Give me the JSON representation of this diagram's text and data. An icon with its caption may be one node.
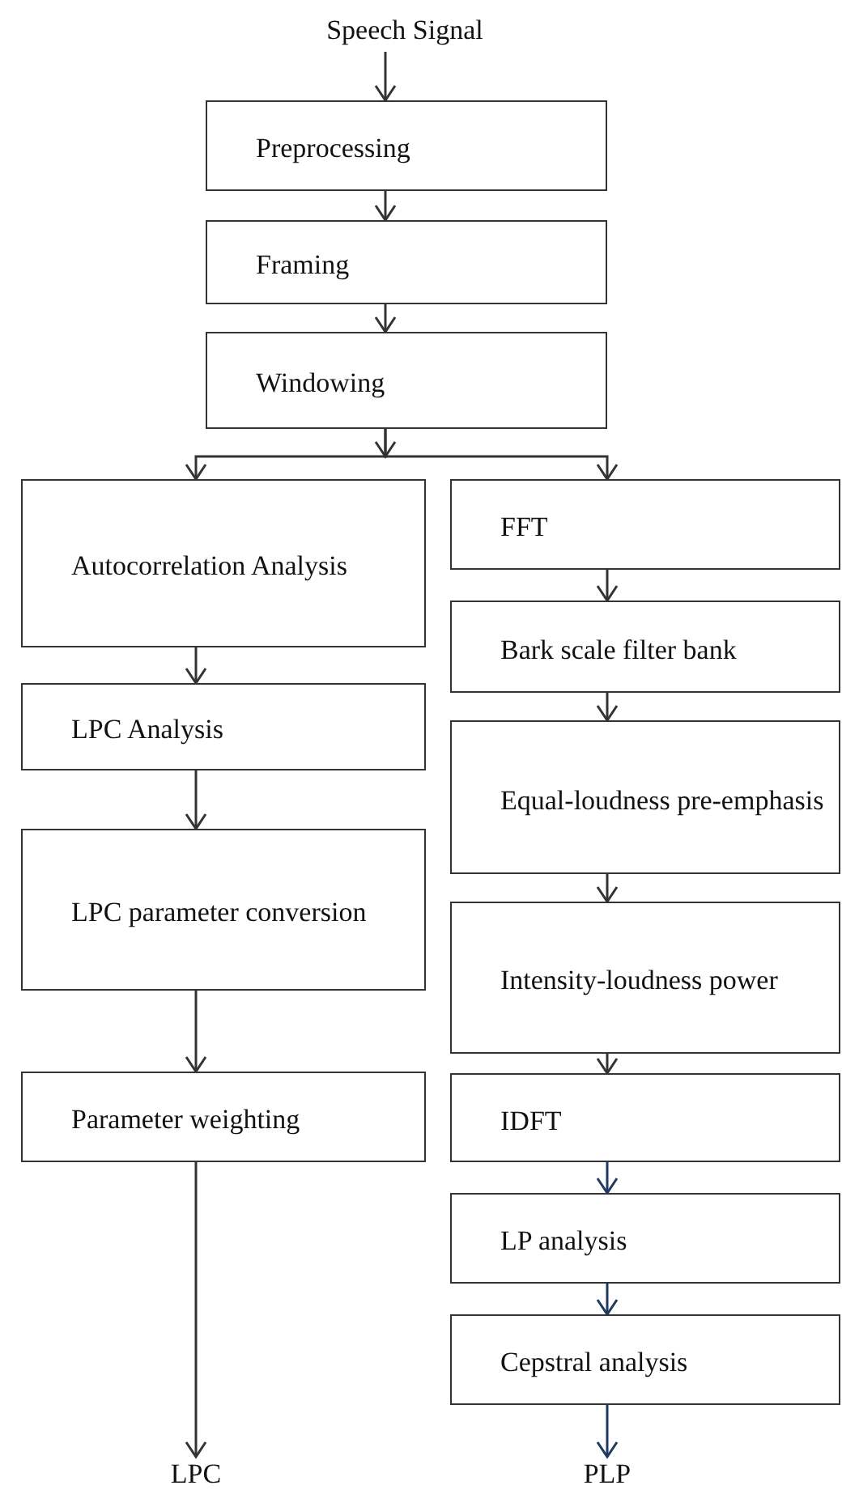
{
  "diagram": {
    "nodes": [
      {
        "text": [
          "Speech Signal"
        ]
      },
      {
        "text": [
          "Preprocessing"
        ]
      },
      {
        "text": [
          "Framing"
        ]
      },
      {
        "text": [
          "Windowing"
        ]
      },
      {
        "text": [
          "Autocorrelation Analysis"
        ]
      },
      {
        "text": [
          "LPC Analysis"
        ]
      },
      {
        "text": [
          "LPC parameter conversion"
        ]
      },
      {
        "text": [
          "Parameter weighting"
        ]
      },
      {
        "text": [
          "LPC"
        ]
      },
      {
        "text": [
          "FFT"
        ]
      },
      {
        "text": [
          "Bark scale filter bank"
        ]
      },
      {
        "text": [
          "Equal-loudness pre-emphasis"
        ]
      },
      {
        "text": [
          "Intensity-loudness power"
        ]
      },
      {
        "text": [
          "IDFT"
        ]
      },
      {
        "text": [
          "LP analysis"
        ]
      },
      {
        "text": [
          "Cepstral analysis"
        ]
      },
      {
        "text": [
          "PLP"
        ]
      }
    ],
    "edges": [
      {
        "from": 0,
        "to": 1,
        "arrow": "to"
      },
      {
        "from": 1,
        "to": 2,
        "arrow": "to"
      },
      {
        "from": 2,
        "to": 3,
        "arrow": "to"
      },
      {
        "from": 3,
        "to": 4,
        "arrow": "to"
      },
      {
        "from": 3,
        "to": 9,
        "arrow": "to"
      },
      {
        "from": 4,
        "to": 5,
        "arrow": "to"
      },
      {
        "from": 5,
        "to": 6,
        "arrow": "to"
      },
      {
        "from": 6,
        "to": 7,
        "arrow": "to"
      },
      {
        "from": 7,
        "to": 8,
        "arrow": "to"
      },
      {
        "from": 9,
        "to": 10,
        "arrow": "to"
      },
      {
        "from": 10,
        "to": 11,
        "arrow": "to"
      },
      {
        "from": 11,
        "to": 12,
        "arrow": "to"
      },
      {
        "from": 12,
        "to": 13,
        "arrow": "to"
      },
      {
        "from": 13,
        "to": 14,
        "arrow": "to",
        "color": "#1f3a5f"
      },
      {
        "from": 14,
        "to": 15,
        "arrow": "to",
        "color": "#1f3a5f"
      },
      {
        "from": 15,
        "to": 16,
        "arrow": "to",
        "color": "#1f3a5f"
      }
    ]
  }
}
